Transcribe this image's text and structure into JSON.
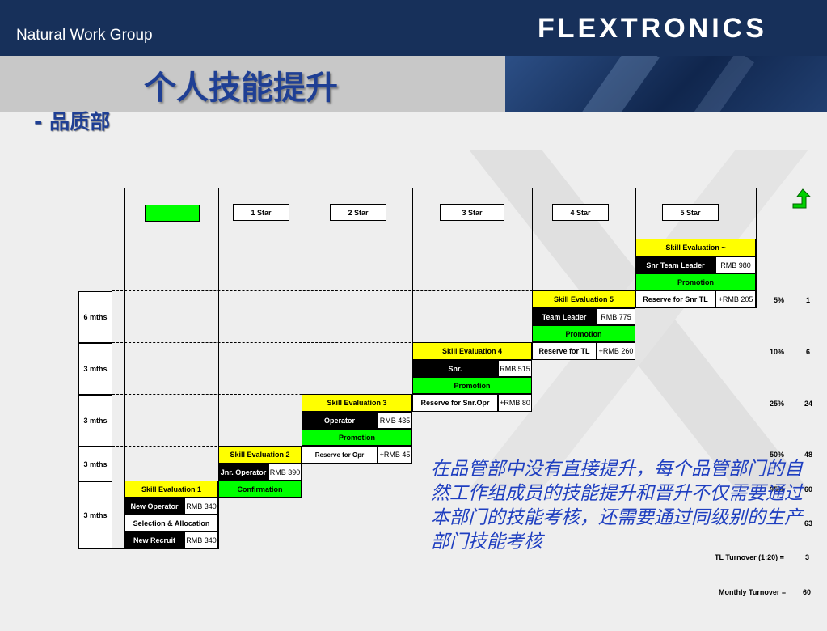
{
  "header": {
    "subtitle": "Natural Work Group",
    "brand": "FLEXTRONICS"
  },
  "title": "个人技能提升",
  "department": "- 品质部",
  "stars": [
    "1 Star",
    "2 Star",
    "3 Star",
    "4 Star",
    "5 Star"
  ],
  "durations": [
    "6 mths",
    "3 mths",
    "3 mths",
    "3 mths",
    "3 mths"
  ],
  "levels": {
    "l5": {
      "eval": "Skill Evaluation ~",
      "role": "Snr Team Leader",
      "pay": "RMB 980",
      "promotion": "Promotion"
    },
    "l4": {
      "eval": "Skill Evaluation 5",
      "role": "Team Leader",
      "pay": "RMB 775",
      "promotion": "Promotion",
      "reserve": "Reserve for Snr TL",
      "reserve_pay": "+RMB 205"
    },
    "l3": {
      "eval": "Skill Evaluation 4",
      "role": "Snr.",
      "pay": "RMB 515",
      "promotion": "Promotion",
      "reserve": "Reserve for TL",
      "reserve_pay": "+RMB 260"
    },
    "l2": {
      "eval": "Skill Evaluation 3",
      "role": "Operator",
      "pay": "RMB 435",
      "promotion": "Promotion",
      "reserve": "Reserve for Snr.Opr",
      "reserve_pay": "+RMB 80"
    },
    "l1": {
      "eval": "Skill Evaluation 2",
      "role": "Jnr. Operator",
      "pay": "RMB 390",
      "confirmation": "Confirmation",
      "reserve": "Reserve for Opr",
      "reserve_pay": "+RMB 45"
    },
    "l0": {
      "eval": "Skill Evaluation 1",
      "role": "New Operator",
      "pay": "RMB 340",
      "selection": "Selection & Allocation",
      "recruit": "New Recruit",
      "recruit_pay": "RMB 340"
    }
  },
  "percentages": [
    {
      "pct": "5%",
      "count": "1"
    },
    {
      "pct": "10%",
      "count": "6"
    },
    {
      "pct": "25%",
      "count": "24"
    },
    {
      "pct": "50%",
      "count": "48"
    },
    {
      "pct": "95%",
      "count": "60"
    },
    {
      "pct": "",
      "count": "63"
    }
  ],
  "tl_turnover": {
    "label": "TL Turnover (1:20) =",
    "value": "3"
  },
  "monthly_turnover": {
    "label": "Monthly Turnover =",
    "value": "60"
  },
  "note": "在品管部中没有直接提升，每个品管部门的自然工作组成员的技能提升和晋升不仅需要通过本部门的技能考核，还需要通过同级别的生产部门技能考核",
  "colors": {
    "header": "#17305a",
    "title": "#1f3f94",
    "yellow": "#ffff00",
    "green": "#00ff00",
    "note": "#1f3fc0"
  },
  "icons": {
    "return": "return-arrow-icon"
  }
}
